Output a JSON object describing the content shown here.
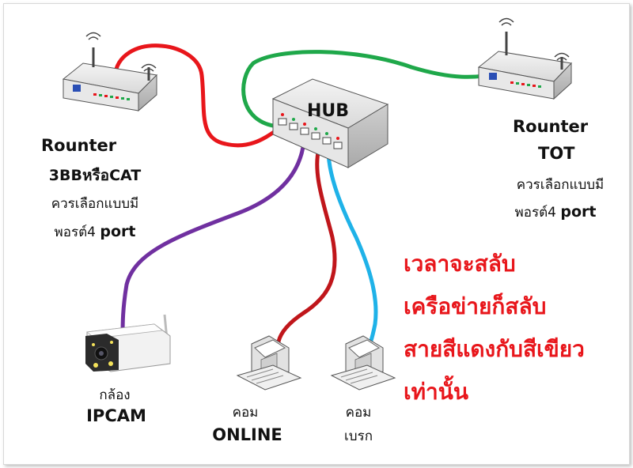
{
  "hub": {
    "label": "HUB"
  },
  "router_left": {
    "name": "Rounter",
    "isp": "3BBหรือCAT",
    "note_line1": "ควรเลือกแบบมี",
    "note_line2_a": "พอรต์4",
    "note_line2_b": "port"
  },
  "router_right": {
    "name": "Rounter",
    "isp": "TOT",
    "note_line1": "ควรเลือกแบบมี",
    "note_line2_a": "พอรต์4",
    "note_line2_b": "port"
  },
  "camera": {
    "label_th": "กล้อง",
    "label_en": "IPCAM"
  },
  "pc_online": {
    "label_th": "คอม",
    "label_en": "ONLINE"
  },
  "pc_break": {
    "label_th": "คอม",
    "label_en": "เบรก"
  },
  "message": {
    "lines": [
      "เวลาจะสลับ",
      "เครือข่ายก็สลับ",
      "สายสีแดงกับสีเขียว",
      "เท่านั้น"
    ]
  },
  "colors": {
    "red_cable": "#e8161b",
    "green_cable": "#1fa84a",
    "purple_cable": "#7030a0",
    "dark_red_cable": "#c0161b",
    "blue_cable": "#1fb2e8",
    "message_text": "#e8161b"
  }
}
